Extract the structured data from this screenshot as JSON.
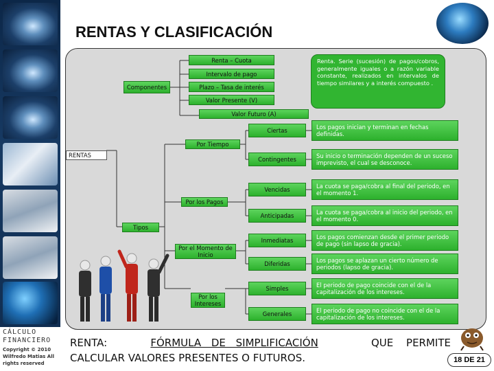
{
  "slide_title": "RENTAS Y CLASIFICACIÓN",
  "left_strip": {
    "course_title": "CÁLCULO FINANCIERO",
    "copyright": "Copyright © 2010 Wilfredo Matias All rights reserved"
  },
  "definition": "Renta. Serie (sucesión) de pagos/cobros, generalmente iguales o a razón variable constante, realizados en intervalos de tiempo similares y a interés compuesto .",
  "tree": {
    "root": "RENTAS",
    "components": {
      "label": "Componentes",
      "items": [
        "Renta – Cuota",
        "Intervalo de pago",
        "Plazo – Tasa de interés",
        "Valor Presente (V)",
        "Valor Futuro (A)"
      ]
    },
    "types": {
      "label": "Tipos",
      "groups": [
        {
          "label": "Por Tiempo",
          "items": [
            {
              "name": "Ciertas",
              "description": "Los pagos inician y terminan en fechas definidas."
            },
            {
              "name": "Contingentes",
              "description": "Su inicio o terminación dependen de un suceso imprevisto, el cual se desconoce."
            }
          ]
        },
        {
          "label": "Por los Pagos",
          "items": [
            {
              "name": "Vencidas",
              "description": "La cuota se paga/cobra al final del periodo, en el momento 1."
            },
            {
              "name": "Anticipadas",
              "description": "La cuota se paga/cobra al inicio del periodo, en el momento 0."
            }
          ]
        },
        {
          "label": "Por el Momento de Inicio",
          "items": [
            {
              "name": "Inmediatas",
              "description": "Los pagos comienzan desde el primer periodo de pago (sin lapso de gracia)."
            },
            {
              "name": "Diferidas",
              "description": "Los pagos se aplazan un cierto número de periodos (lapso de gracia)."
            }
          ]
        },
        {
          "label": "Por los Intereses",
          "items": [
            {
              "name": "Simples",
              "description": "El periodo de pago coincide con el de la capitalización de los intereses."
            },
            {
              "name": "Generales",
              "description": "El periodo de pago no coincide con el de la capitalización de los intereses."
            }
          ]
        }
      ]
    }
  },
  "statement": {
    "prefix": "RENTA: ",
    "underlined": "FÓRMULA DE SIMPLIFICACIÓN",
    "rest_line1": " QUE PERMITE",
    "line2": "CALCULAR VALORES PRESENTES O FUTUROS."
  },
  "page_indicator": "18 DE 21",
  "colors": {
    "accent_green": "#31b531",
    "panel_bg": "#d9d9d9",
    "left_strip": "#173a63"
  }
}
